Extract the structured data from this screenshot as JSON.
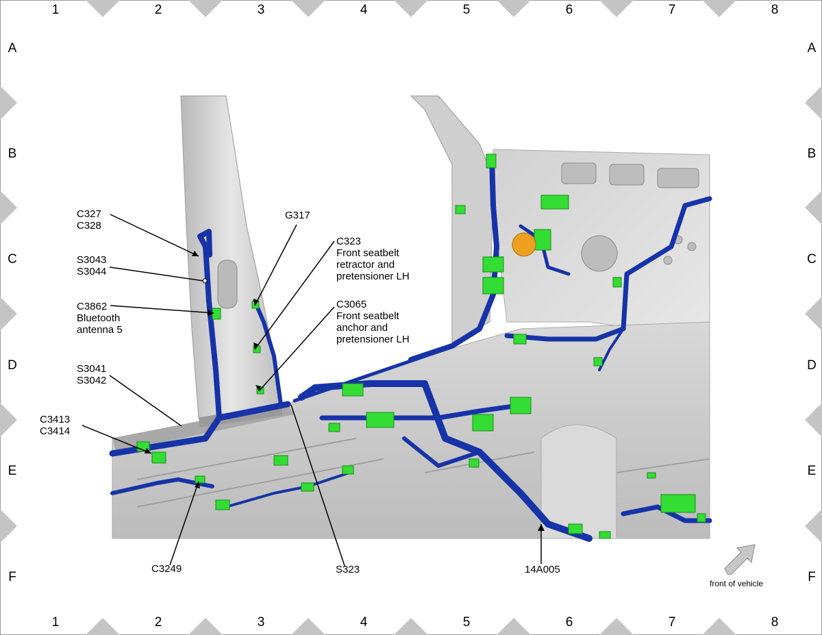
{
  "grid": {
    "columns": [
      "1",
      "2",
      "3",
      "4",
      "5",
      "6",
      "7",
      "8"
    ],
    "rows": [
      "A",
      "B",
      "C",
      "D",
      "E",
      "F"
    ]
  },
  "callouts": {
    "c327_c328": [
      "C327",
      "C328"
    ],
    "s3043_s3044": [
      "S3043",
      "S3044"
    ],
    "c3862": [
      "C3862",
      "Bluetooth",
      "antenna 5"
    ],
    "s3041_s3042": [
      "S3041",
      "S3042"
    ],
    "c3413_c3414": [
      "C3413",
      "C3414"
    ],
    "c3249": [
      "C3249"
    ],
    "g317": [
      "G317"
    ],
    "c323": [
      "C323",
      "Front seatbelt",
      "retractor and",
      "pretensioner LH"
    ],
    "c3065": [
      "C3065",
      "Front seatbelt",
      "anchor and",
      "pretensioner LH"
    ],
    "s323": [
      "S323"
    ],
    "harness_14a005": [
      "14A005"
    ]
  },
  "orientation": {
    "caption": "front of vehicle",
    "icon": "arrow-up-right-icon"
  },
  "colors": {
    "harness": "#1633a8",
    "connector": "#33dd33",
    "grommet": "#f0a020",
    "body_panel": "#c9c9c9",
    "marker": "#c4c4c4"
  }
}
